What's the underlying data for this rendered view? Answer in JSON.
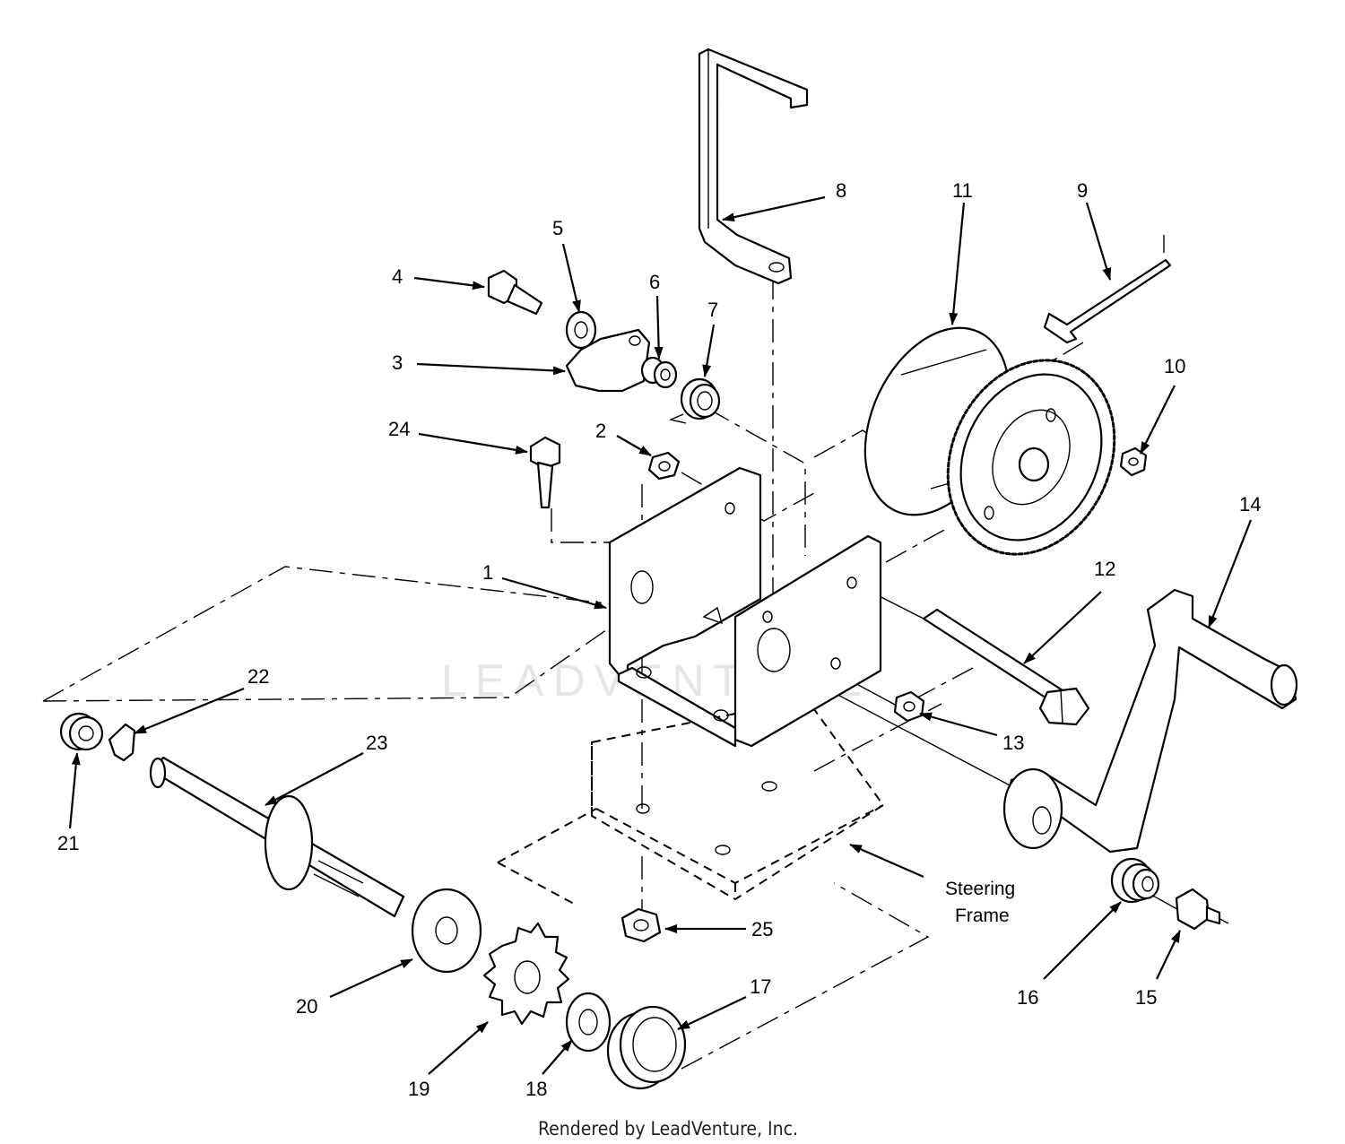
{
  "watermark": "LEADVENTURE",
  "footer": "Rendered by LeadVenture, Inc.",
  "callouts": [
    {
      "id": "1",
      "label": "1"
    },
    {
      "id": "2",
      "label": "2"
    },
    {
      "id": "3",
      "label": "3"
    },
    {
      "id": "4",
      "label": "4"
    },
    {
      "id": "5",
      "label": "5"
    },
    {
      "id": "6",
      "label": "6"
    },
    {
      "id": "7",
      "label": "7"
    },
    {
      "id": "8",
      "label": "8"
    },
    {
      "id": "9",
      "label": "9"
    },
    {
      "id": "10",
      "label": "10"
    },
    {
      "id": "11",
      "label": "11"
    },
    {
      "id": "12",
      "label": "12"
    },
    {
      "id": "13",
      "label": "13"
    },
    {
      "id": "14",
      "label": "14"
    },
    {
      "id": "15",
      "label": "15"
    },
    {
      "id": "16",
      "label": "16"
    },
    {
      "id": "17",
      "label": "17"
    },
    {
      "id": "18",
      "label": "18"
    },
    {
      "id": "19",
      "label": "19"
    },
    {
      "id": "20",
      "label": "20"
    },
    {
      "id": "21",
      "label": "21"
    },
    {
      "id": "22",
      "label": "22"
    },
    {
      "id": "23",
      "label": "23"
    },
    {
      "id": "24",
      "label": "24"
    },
    {
      "id": "25",
      "label": "25"
    }
  ],
  "steering_frame": {
    "line1": "Steering",
    "line2": "Frame"
  }
}
